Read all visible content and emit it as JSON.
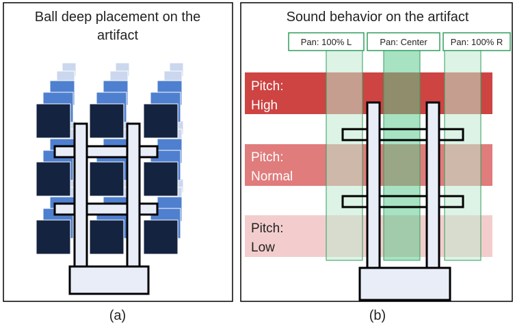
{
  "panel_a": {
    "title_line1": "Ball deep placement on the",
    "title_line2": "artifact",
    "caption": "(a)",
    "colors": {
      "front": "#14233f",
      "middle": "#4f7fcf",
      "back": "#cad7ee",
      "frame": "#e8edf7",
      "stroke": "#000000"
    }
  },
  "panel_b": {
    "title": "Sound behavior on the artifact",
    "caption": "(b)",
    "pan_labels": [
      "Pan: 100% L",
      "Pan: Center",
      "Pan: 100% R"
    ],
    "pitch_rows": [
      {
        "line1": "Pitch:",
        "line2": "High",
        "color": "#c8302e"
      },
      {
        "line1": "Pitch:",
        "line2": "Normal",
        "color": "#dd6e6e"
      },
      {
        "line1": "Pitch:",
        "line2": "Low",
        "color": "#f2c8c8"
      }
    ],
    "colors": {
      "pan_side": "#bfe9cf",
      "pan_center": "#5ecb8f",
      "pan_border": "#2e9e5a"
    }
  }
}
